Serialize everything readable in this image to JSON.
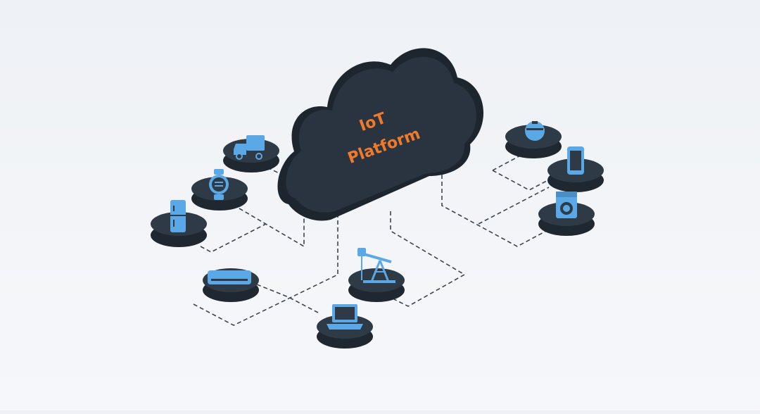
{
  "diagram": {
    "cloud_label_line1": "IoT",
    "cloud_label_line2": "Platform",
    "colors": {
      "background": "#f0f3f7",
      "cloud": "#2a3440",
      "cloud_side": "#1d252e",
      "node_top": "#2e3a45",
      "node_side": "#1f2830",
      "icon": "#5aa9e6",
      "label": "#f07a2a",
      "connector": "#3b4550"
    },
    "nodes": [
      {
        "id": "truck",
        "icon": "delivery-truck-icon"
      },
      {
        "id": "watch",
        "icon": "smartwatch-icon"
      },
      {
        "id": "fridge",
        "icon": "refrigerator-icon"
      },
      {
        "id": "air-conditioner",
        "icon": "air-conditioner-icon"
      },
      {
        "id": "laptop",
        "icon": "laptop-icon"
      },
      {
        "id": "oil-pump",
        "icon": "oil-pumpjack-icon"
      },
      {
        "id": "router",
        "icon": "smart-speaker-icon"
      },
      {
        "id": "phone",
        "icon": "smartphone-icon"
      },
      {
        "id": "washer",
        "icon": "washing-machine-icon"
      }
    ]
  }
}
